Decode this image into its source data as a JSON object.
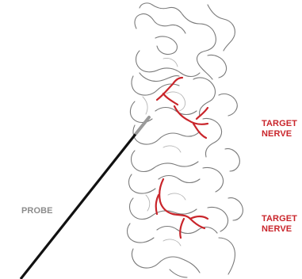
{
  "labels": {
    "target_upper": [
      "TARGET",
      "NERVE"
    ],
    "target_lower": [
      "TARGET",
      "NERVE"
    ],
    "probe": "PROBE"
  },
  "colors": {
    "nerve": "#c9252b",
    "bone_outline": "#7a7a7a",
    "bone_faint": "#b5b5b5",
    "probe_shaft": "#111111",
    "probe_tip": "#9a9a9a",
    "probe_label": "#8c8c8c",
    "target_label": "#c9252b"
  }
}
